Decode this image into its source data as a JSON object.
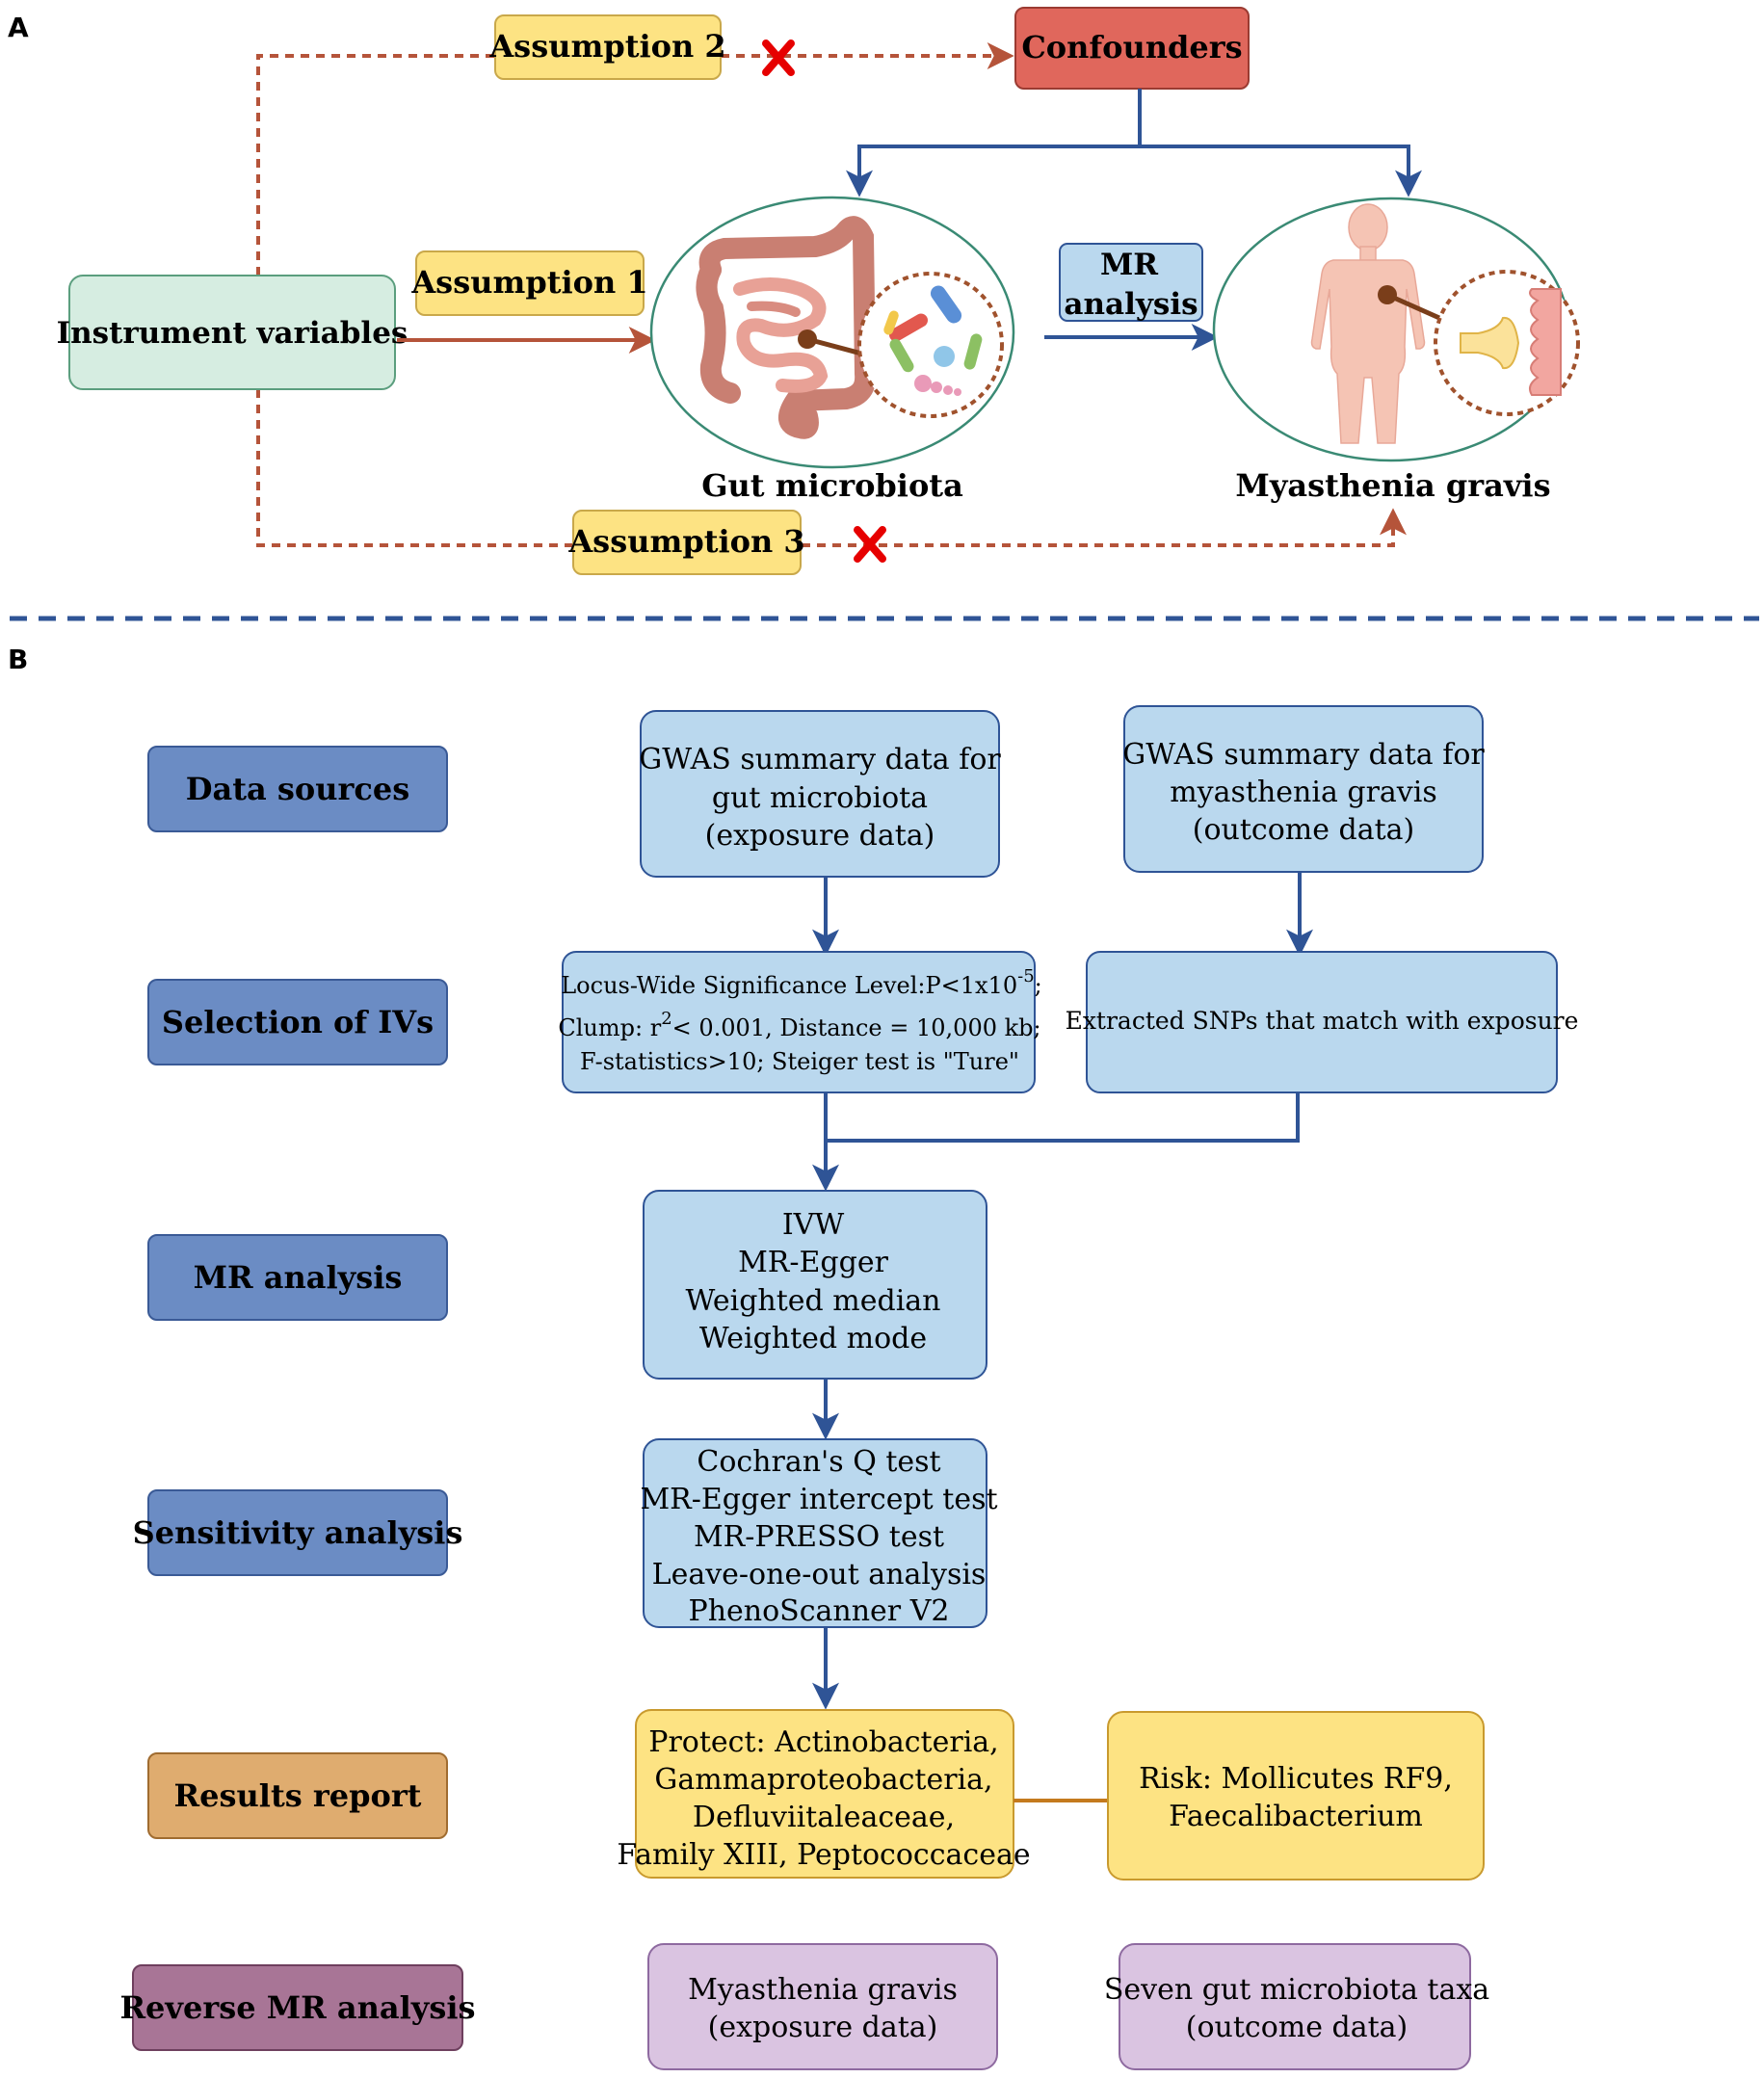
{
  "panel_a": {
    "label": "A",
    "assumption_1": "Assumption 1",
    "assumption_2": "Assumption 2",
    "assumption_3": "Assumption 3",
    "confounders": "Confounders",
    "instrument_variables": "Instrument variables",
    "mr_analysis_line1": "MR",
    "mr_analysis_line2": "analysis",
    "gut_microbiota": "Gut microbiota",
    "myasthenia_gravis": "Myasthenia gravis"
  },
  "panel_b": {
    "label": "B",
    "steps": {
      "data_sources": "Data sources",
      "selection_of_ivs": "Selection of IVs",
      "mr_analysis": "MR analysis",
      "sensitivity_analysis": "Sensitivity analysis",
      "results_report": "Results report",
      "reverse_mr_analysis": "Reverse MR analysis"
    },
    "gwas_gut": [
      "GWAS summary data for",
      "gut microbiota",
      "(exposure data)"
    ],
    "gwas_mg": [
      "GWAS summary data for",
      "myasthenia gravis",
      "(outcome data)"
    ],
    "locus_line1": "Locus-Wide Significance Level:P<1x10",
    "locus_sup": "-5",
    "locus_tail": ";",
    "clump_pre": "Clump: r",
    "clump_sup": "2",
    "clump_post": "< 0.001, Distance = 10,000 kb;",
    "fstat": "F-statistics>10; Steiger test is \"Ture\"",
    "extracted": "Extracted SNPs that match with exposure",
    "mr_methods": [
      "IVW",
      "MR-Egger",
      "Weighted median",
      "Weighted mode"
    ],
    "sensitivity_methods": [
      "Cochran's Q test",
      "MR-Egger intercept test",
      "MR-PRESSO test",
      "Leave-one-out analysis",
      "PhenoScanner V2"
    ],
    "protect": [
      "Protect: Actinobacteria,",
      "Gammaproteobacteria,",
      "Defluviitaleaceae,",
      "Family XIII, Peptococcaceae"
    ],
    "risk": [
      "Risk: Mollicutes RF9,",
      "Faecalibacterium"
    ],
    "reverse_exposure": [
      "Myasthenia gravis",
      "(exposure data)"
    ],
    "reverse_outcome": [
      "Seven gut microbiota taxa",
      "(outcome data)"
    ]
  },
  "colors": {
    "blue_arrow": "#2f5496",
    "red_dashed": "#b5543a",
    "red_x": "#e60000",
    "assumption_fill": "#fde383",
    "confounder_fill": "#e0675c",
    "iv_fill": "#d6ede1",
    "step_fill": "#6b8cc4",
    "light_blue_fill": "#bad8ee",
    "result_fill": "#fde383",
    "result_step_fill": "#dfac6f",
    "reverse_step_fill": "#a87596",
    "reverse_fill": "#dac4e1",
    "divider": "#2f5496"
  }
}
